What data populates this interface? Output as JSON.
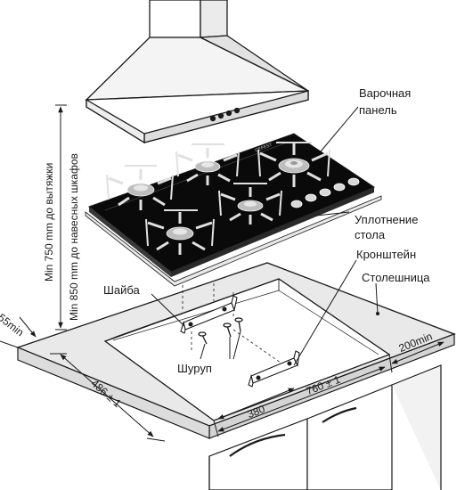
{
  "labels": {
    "hob": "Варочная\nпанель",
    "seal": "Уплотнение\nстола",
    "bracket": "Кронштейн",
    "worktop": "Столешница",
    "washer": "Шайба",
    "screw": "Шуруп",
    "brand": "GEFEST"
  },
  "dimensions": {
    "vertical_hood": "Min 750 mm до вытяжки",
    "vertical_cabinets": "Min 850 mm до навесных шкафов",
    "edge_gap": "55min",
    "side_gap": "200min",
    "depth": "486 ± 1",
    "width": "760 ± 1",
    "half_width": "380"
  },
  "colors": {
    "glass": "#0a0a0a",
    "line": "#1a1a1a",
    "worktop": "#e9e9e9",
    "hood": "#f4f4f4"
  }
}
